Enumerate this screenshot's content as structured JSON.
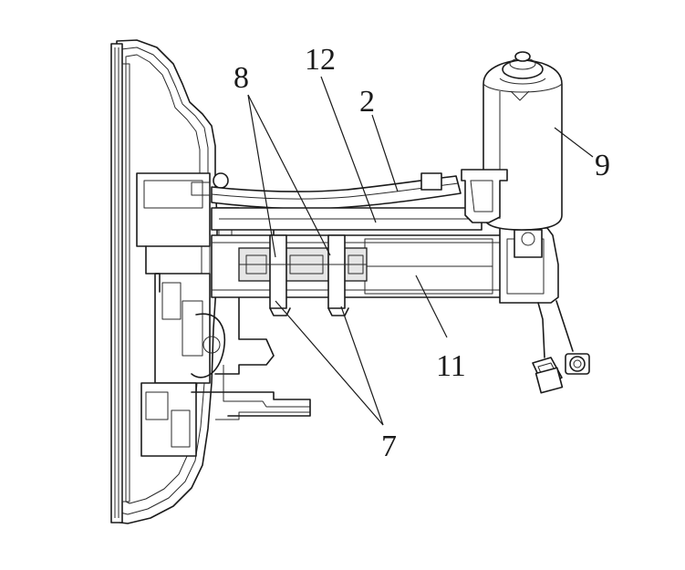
{
  "reference_numerals": {
    "part_2": "2",
    "part_7": "7",
    "part_8": "8",
    "part_9": "9",
    "part_11": "11",
    "part_12": "12"
  },
  "colors": {
    "line": "#1a1a1a",
    "background": "#ffffff",
    "shading": "#e6e6e6"
  }
}
